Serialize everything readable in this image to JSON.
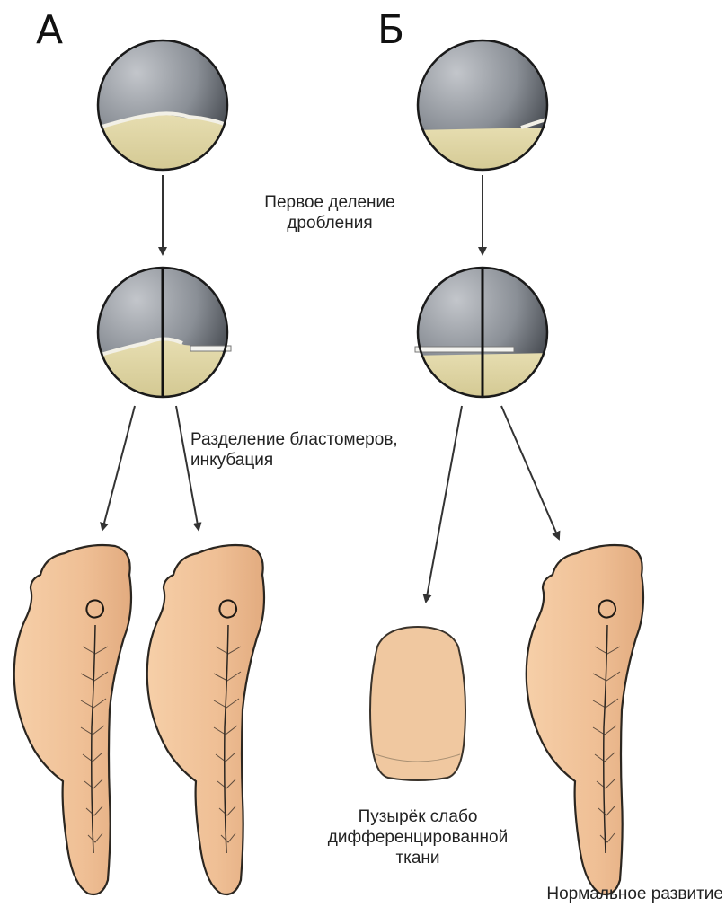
{
  "panels": {
    "a_label": "А",
    "b_label": "Б"
  },
  "captions": {
    "first_cleavage_line1": "Первое деление",
    "first_cleavage_line2": "дробления",
    "separation_line1": "Разделение бластомеров,",
    "separation_line2": "инкубация",
    "vesicle_line1": "Пузырёк слабо",
    "vesicle_line2": "дифференцированной",
    "vesicle_line3": "ткани",
    "normal_development": "Нормальное развитие"
  },
  "colors": {
    "egg_animal": "#7d8289",
    "egg_vegetal": "#d9d0a0",
    "embryo": "#efc19a",
    "outline": "#1a1a1a",
    "arrow": "#333333"
  }
}
